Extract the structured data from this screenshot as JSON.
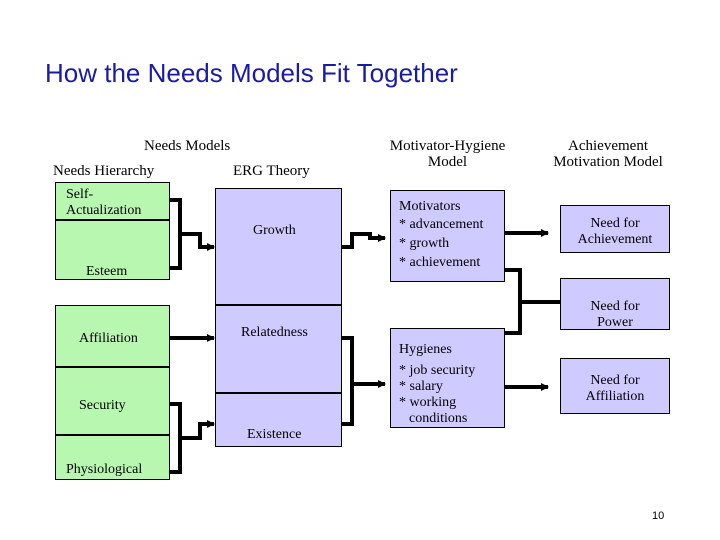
{
  "title": "How the Needs Models Fit Together",
  "headers": {
    "needs_models": "Needs Models",
    "needs_hierarchy": "Needs Hierarchy",
    "erg_theory": "ERG Theory",
    "motivator_hygiene_line1": "Motivator-Hygiene",
    "motivator_hygiene_line2": "Model",
    "achievement_line1": "Achievement",
    "achievement_line2": "Motivation Model"
  },
  "hierarchy": {
    "self_actualization_line1": "Self-",
    "self_actualization_line2": "Actualization",
    "esteem": "Esteem",
    "affiliation": "Affiliation",
    "security": "Security",
    "physiological": "Physiological"
  },
  "erg": {
    "growth": "Growth",
    "relatedness": "Relatedness",
    "existence": "Existence"
  },
  "motivators": {
    "title": "Motivators",
    "items": [
      "* advancement",
      "* growth",
      "* achievement"
    ]
  },
  "hygienes": {
    "title": "Hygienes",
    "items": [
      "* job security",
      "* salary",
      "* working",
      "conditions"
    ]
  },
  "achievement": {
    "need_achievement_line1": "Need for",
    "need_achievement_line2": "Achievement",
    "need_power_line1": "Need for",
    "need_power_line2": "Power",
    "need_affiliation_line1": "Need for",
    "need_affiliation_line2": "Affiliation"
  },
  "page_number": "10",
  "colors": {
    "title": "#1a1aa8",
    "hierarchy_fill": "#b7f7b0",
    "model_fill": "#cfcaff",
    "connector": "#000000"
  }
}
